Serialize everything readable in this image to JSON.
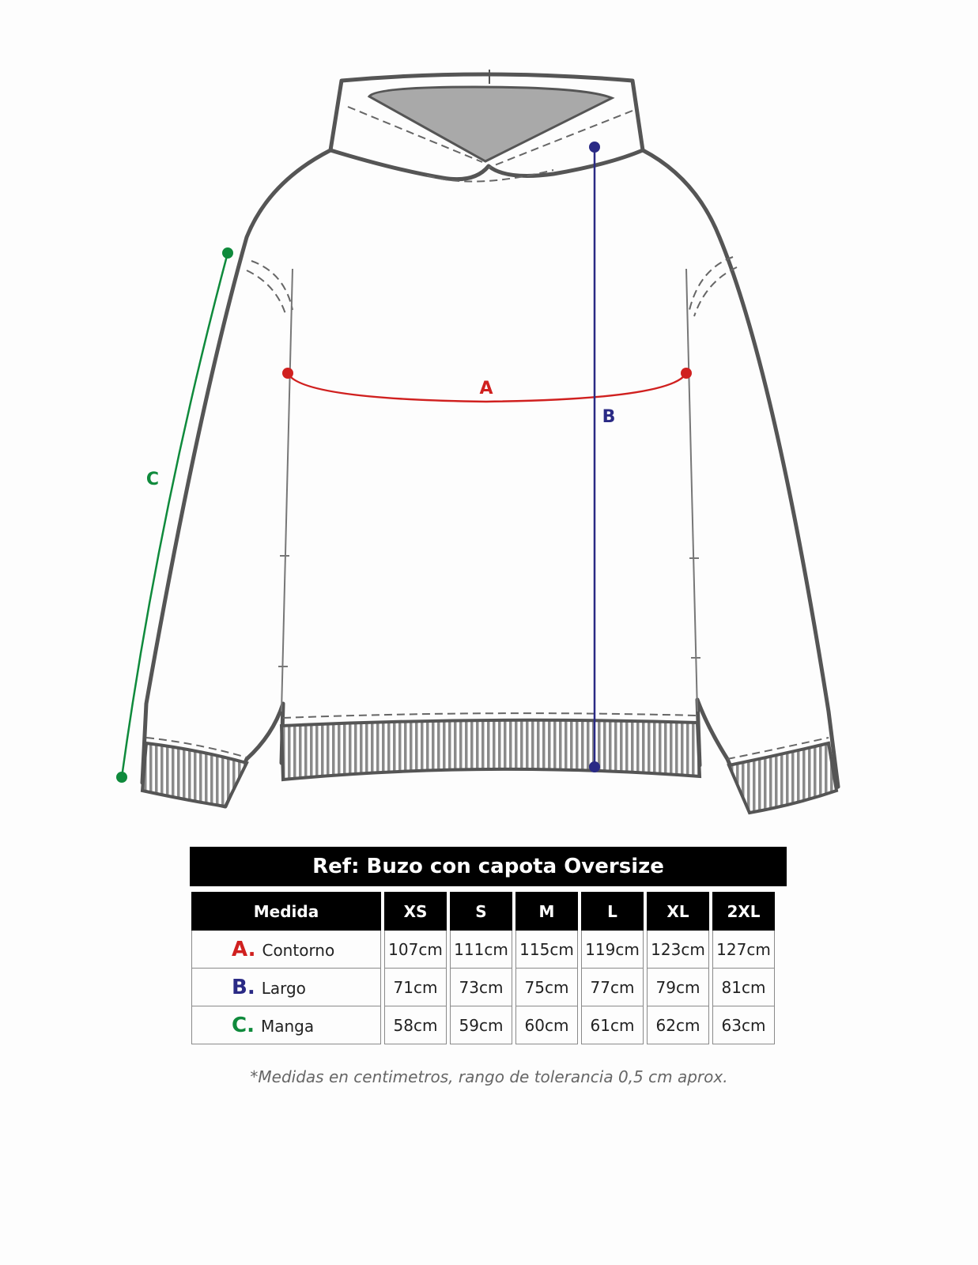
{
  "colors": {
    "outline": "#555555",
    "hood_inner": "#a9a9a9",
    "measure_a": "#d0201f",
    "measure_b": "#2a2a85",
    "measure_c": "#0f8a3c",
    "header_bg": "#000000"
  },
  "diagram": {
    "label_a": "A",
    "label_b": "B",
    "label_c": "C"
  },
  "table": {
    "title": "Ref: Buzo con capota Oversize",
    "header_label": "Medida",
    "sizes": [
      "XS",
      "S",
      "M",
      "L",
      "XL",
      "2XL"
    ],
    "rows": [
      {
        "letter": "A.",
        "name": "Contorno",
        "color": "#d0201f",
        "values": [
          "107cm",
          "111cm",
          "115cm",
          "119cm",
          "123cm",
          "127cm"
        ]
      },
      {
        "letter": "B.",
        "name": "Largo",
        "color": "#2a2a85",
        "values": [
          "71cm",
          "73cm",
          "75cm",
          "77cm",
          "79cm",
          "81cm"
        ]
      },
      {
        "letter": "C.",
        "name": "Manga",
        "color": "#0f8a3c",
        "values": [
          "58cm",
          "59cm",
          "60cm",
          "61cm",
          "62cm",
          "63cm"
        ]
      }
    ]
  },
  "footnote": "*Medidas en centimetros, rango de tolerancia 0,5 cm aprox."
}
